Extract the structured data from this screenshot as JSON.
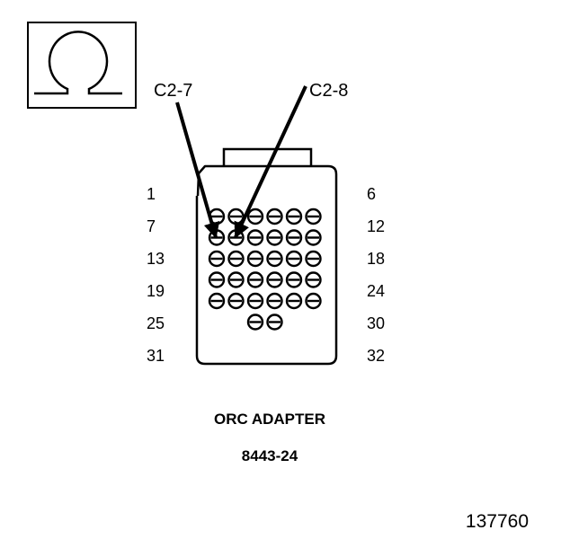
{
  "legend": {
    "symbol_icon": "ohm-icon",
    "symbol_meaning": "resistance measurement"
  },
  "callouts": {
    "left": "C2-7",
    "right": "C2-8"
  },
  "pin_labels": {
    "left": [
      "1",
      "7",
      "13",
      "19",
      "25",
      "31"
    ],
    "right": [
      "6",
      "12",
      "18",
      "24",
      "30",
      "32"
    ]
  },
  "connector": {
    "rows": [
      6,
      6,
      6,
      6,
      6,
      2
    ],
    "pin_icon": "terminal-circle-icon",
    "highlighted_pins": [
      "C2-7",
      "C2-8"
    ]
  },
  "caption": {
    "title": "ORC ADAPTER",
    "part_number": "8443-24"
  },
  "figure_id": "137760",
  "colors": {
    "ink": "#000000",
    "background": "#ffffff"
  }
}
